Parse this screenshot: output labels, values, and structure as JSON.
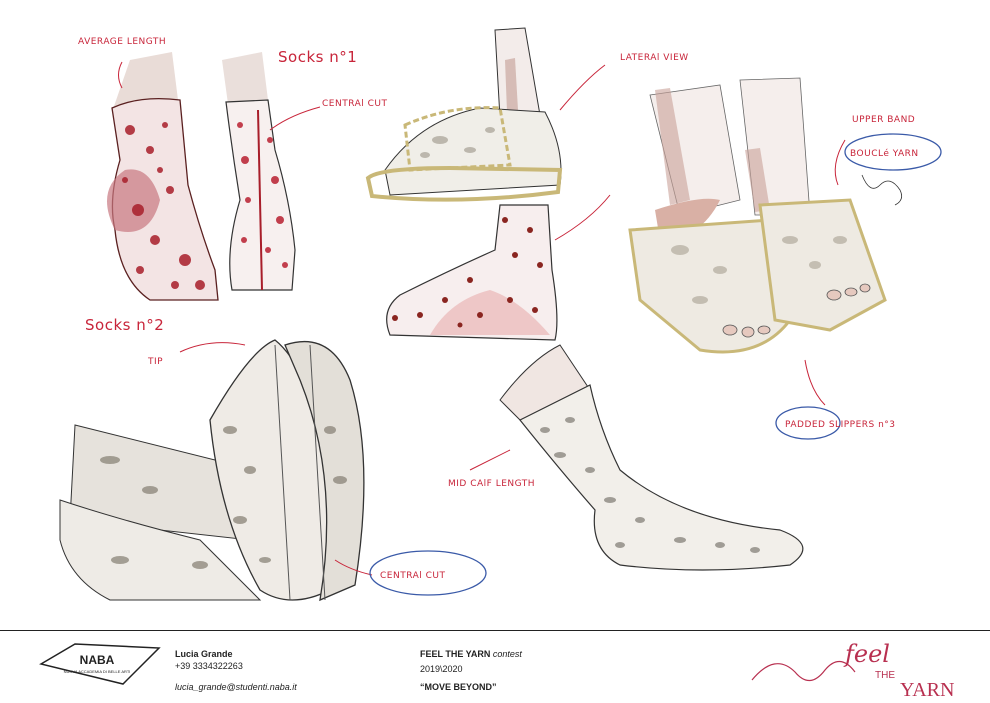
{
  "annotations": {
    "average_length": "AVERAGE LENGTH",
    "socks_1": "Socks n°1",
    "central_cut_1": "CENTRAl CUT",
    "lateral_view": "LATERAl VIEW",
    "upper_band": "UPPER BAND",
    "boucle_yarn": "BOUCLé YARN",
    "socks_2": "Socks n°2",
    "tip": "TIP",
    "mid_calf_length": "MID CAlF LENGTH",
    "central_cut_2": "CENTRAl CUT",
    "padded_slippers": "PADDED SLIPPERS n°3"
  },
  "footer": {
    "logo_title": "NABA",
    "logo_subtitle": "NUOVA ACCADEMIA DI BELLE ARTI",
    "author_name": "Lucia Grande",
    "author_phone": "+39 3334322263",
    "author_email": "lucia_grande@studenti.naba.it",
    "contest_name": "FEEL THE YARN",
    "contest_suffix": "contest",
    "contest_years": "2019\\2020",
    "contest_theme": "“MOVE BEYOND”",
    "brand_top": "feel",
    "brand_mid": "THE",
    "brand_bottom": "YARN"
  },
  "colors": {
    "annotation_red": "#c8253a",
    "blue_circle": "#3a5aa8",
    "yarn_gold": "#c9b878",
    "sketch_grey": "#8a8478"
  }
}
